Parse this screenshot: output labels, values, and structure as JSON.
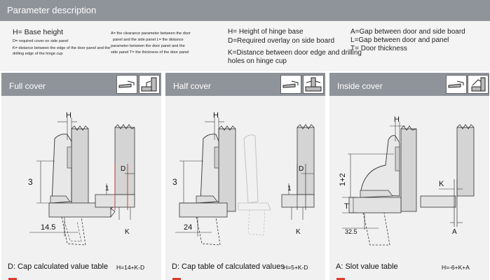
{
  "header": {
    "title": "Parameter description"
  },
  "params": {
    "col1": {
      "line1": "H= Base height",
      "line2": "D= required cover on side panel",
      "line3": "K= distance between the edge of the door panel and the",
      "line4": "drilling edge of the hinge cup"
    },
    "col2": {
      "line1": "A= the clearance parameter between the door",
      "line2": "panel and the side panel L= the distance",
      "line3": "parameter between the door panel and the",
      "line4": "side panel T= the thickness of the door panel"
    },
    "col3": {
      "line1": "H= Height of hinge base",
      "line2": "D=Required overlay on side board",
      "line3": "K=Distance between door edge and drilling",
      "line4": "holes on hinge cup"
    },
    "col4": {
      "line1": "A=Gap between door and side board",
      "line2": "L=Gap between door and panel",
      "line3": "T= Door thickness"
    }
  },
  "panels": [
    {
      "title": "Full cover",
      "footer": "D: Cap calculated value table",
      "formula": "H=14+K-D",
      "labels": {
        "h": "H",
        "three": "3",
        "d": "D",
        "one": "1",
        "bottom": "14.5",
        "k": "K"
      }
    },
    {
      "title": "Half cover",
      "footer": "D: Cap table of calculated values",
      "formula": "H=5+K-D",
      "labels": {
        "h": "H",
        "three": "3",
        "d": "D",
        "one": "1",
        "bottom": "24",
        "k": "K"
      }
    },
    {
      "title": "Inside cover",
      "footer": "A: Slot value table",
      "formula": "H=-6+K+A",
      "labels": {
        "h": "H",
        "onetwo": "1+2",
        "t": "T",
        "k": "K",
        "bottom": "32.5",
        "a": "A"
      }
    }
  ],
  "colors": {
    "header": "#8f949b",
    "accent": "#e03a2a",
    "dim_red": "#c0392b"
  }
}
